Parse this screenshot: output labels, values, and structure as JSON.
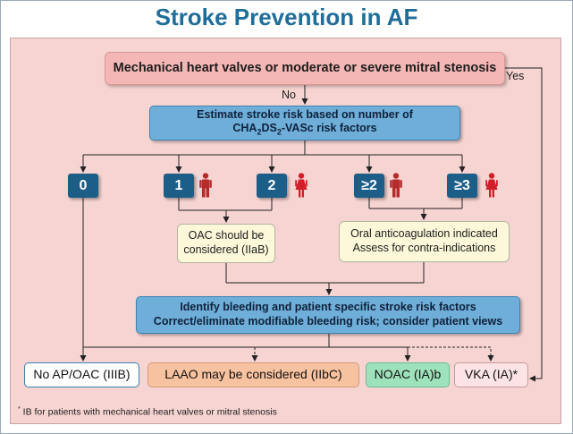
{
  "title": "Stroke Prevention in AF",
  "nodes": {
    "mechanical": "Mechanical heart valves or moderate or severe mitral stenosis",
    "estimate_line1": "Estimate stroke risk based on number of",
    "estimate_line2_pre": "CHA",
    "estimate_sub1": "2",
    "estimate_line2_mid": "DS",
    "estimate_sub2": "2",
    "estimate_line2_post": "-VASc risk factors",
    "scores": [
      "0",
      "1",
      "2",
      "≥2",
      "≥3"
    ],
    "oac_considered_line1": "OAC should be",
    "oac_considered_line2": "considered (IIaB)",
    "oac_indicated_line1": "Oral anticoagulation indicated",
    "oac_indicated_line2": "Assess for contra-indications",
    "bleeding_line1": "Identify bleeding and patient specific stroke risk factors",
    "bleeding_line2": "Correct/eliminate modifiable bleeding risk; consider patient views",
    "outcomes": [
      "No AP/OAC (IIIB)",
      "LAAO may be considered  (IIbC)",
      "NOAC (IA)b",
      "VKA (IA)*"
    ]
  },
  "edge_labels": {
    "no": "No",
    "yes": "Yes"
  },
  "footnote_mark": "*",
  "footnote_text": "IB for patients with mechanical heart valves or mitral stenosis",
  "colors": {
    "title": "#1f6e9a",
    "panel_background": "#f6d4d1",
    "blue_box": "#6eaed8",
    "score_box": "#1d5e88",
    "male_icon": "#b52a2a",
    "female_icon": "#d11f2a"
  },
  "icons": [
    "male-figure-icon",
    "female-figure-icon",
    "male-figure-icon",
    "female-figure-icon"
  ]
}
